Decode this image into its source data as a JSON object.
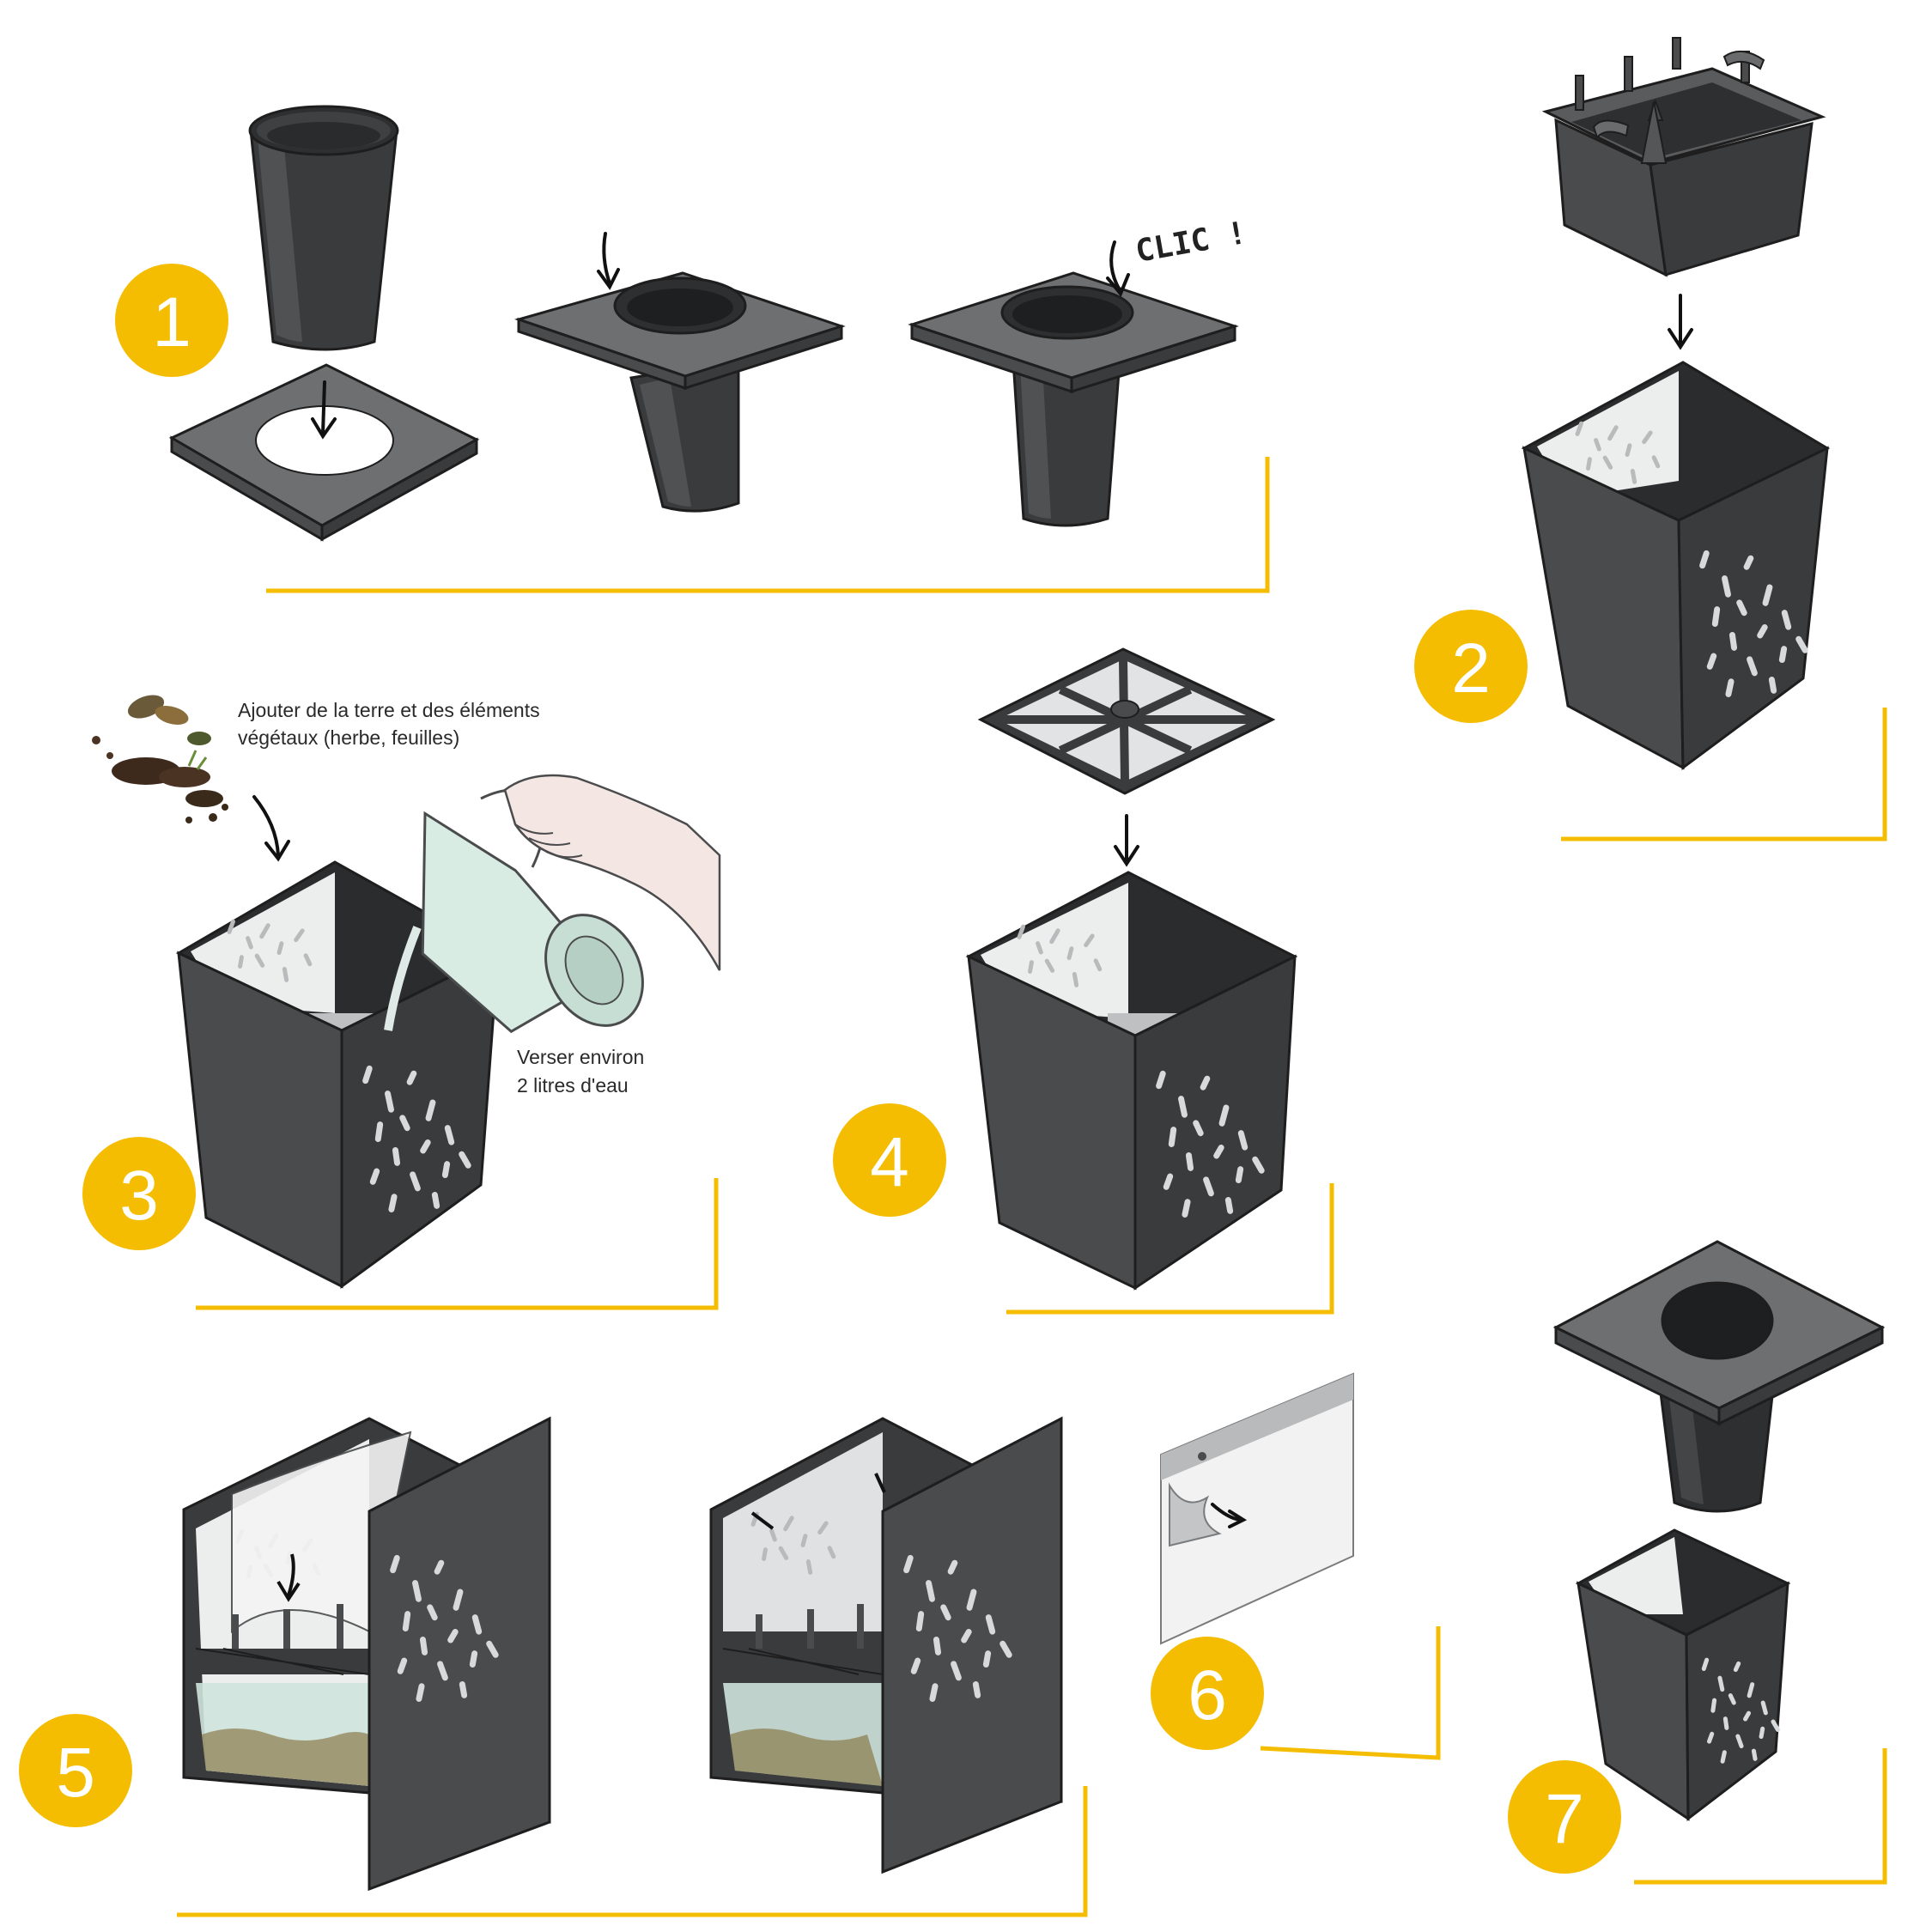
{
  "colors": {
    "accent": "#F5BD02",
    "dark": "#4a4b4d",
    "dark_side": "#3a3b3d",
    "dark_deep": "#2b2c2e",
    "lid_top": "#6e6f71",
    "liner": "#eceded",
    "water": "#cfe3dc",
    "jug": "#d9ece4",
    "skin": "#f4e7e3"
  },
  "steps": [
    {
      "number": "1"
    },
    {
      "number": "2"
    },
    {
      "number": "3"
    },
    {
      "number": "4"
    },
    {
      "number": "5"
    },
    {
      "number": "6"
    },
    {
      "number": "7"
    }
  ],
  "annotations": {
    "clic": "CLIC !",
    "soil_line1": "Ajouter de la terre et des éléments",
    "soil_line2": "végétaux (herbe, feuilles)",
    "water_line1": "Verser environ",
    "water_line2": "2 litres d'eau"
  }
}
